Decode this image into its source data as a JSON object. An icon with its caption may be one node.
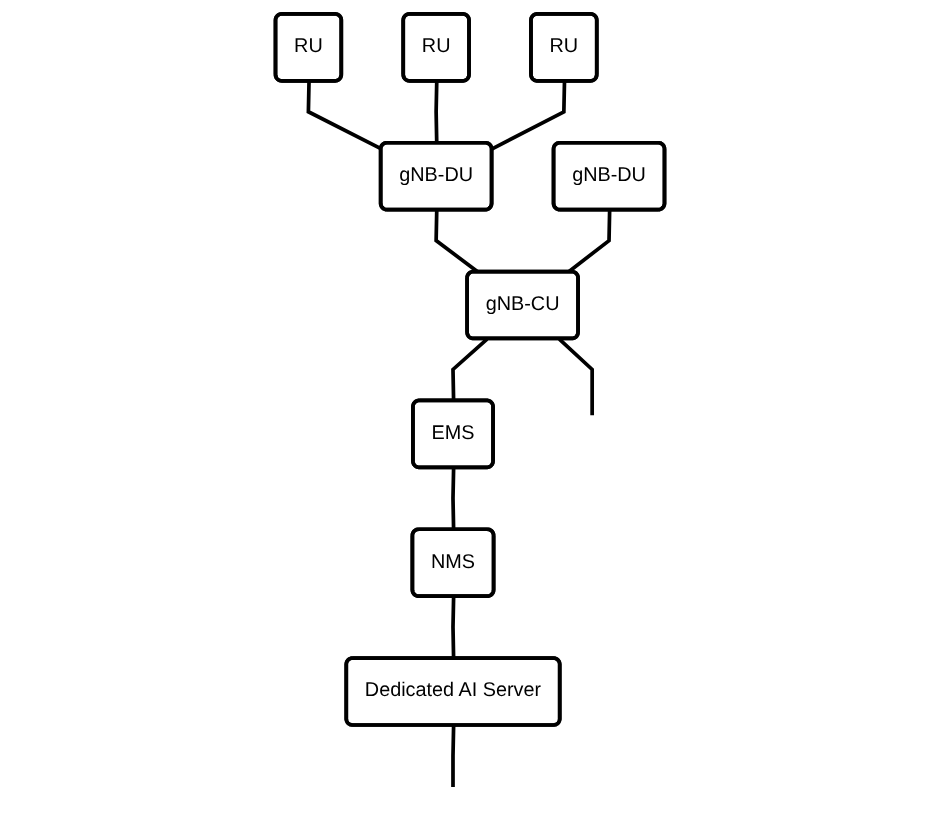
{
  "diagram": {
    "nodes": [
      {
        "text": [
          "RU"
        ]
      },
      {
        "text": [
          "RU"
        ]
      },
      {
        "text": [
          "RU"
        ]
      },
      {
        "text": [
          "gNB-DU"
        ]
      },
      {
        "text": [
          "gNB-DU"
        ]
      },
      {
        "text": [
          "gNB-CU"
        ]
      },
      {
        "text": [
          "EMS"
        ]
      },
      {
        "text": [
          "NMS"
        ]
      },
      {
        "text": [
          "Dedicated AI Server"
        ]
      }
    ],
    "edges": [
      {
        "from": 0,
        "to": 3,
        "arrow": "none"
      },
      {
        "from": 1,
        "to": 3,
        "arrow": "none"
      },
      {
        "from": 2,
        "to": 3,
        "arrow": "none"
      },
      {
        "from": 3,
        "to": 5,
        "arrow": "none"
      },
      {
        "from": 4,
        "to": 5,
        "arrow": "none"
      },
      {
        "from": 5,
        "to": 6,
        "arrow": "none"
      },
      {
        "from": 6,
        "to": 7,
        "arrow": "none"
      },
      {
        "from": 7,
        "to": 8,
        "arrow": "none"
      },
      {
        "from": 5,
        "to": null,
        "arrow": "none"
      },
      {
        "from": 8,
        "to": null,
        "arrow": "none"
      }
    ]
  }
}
